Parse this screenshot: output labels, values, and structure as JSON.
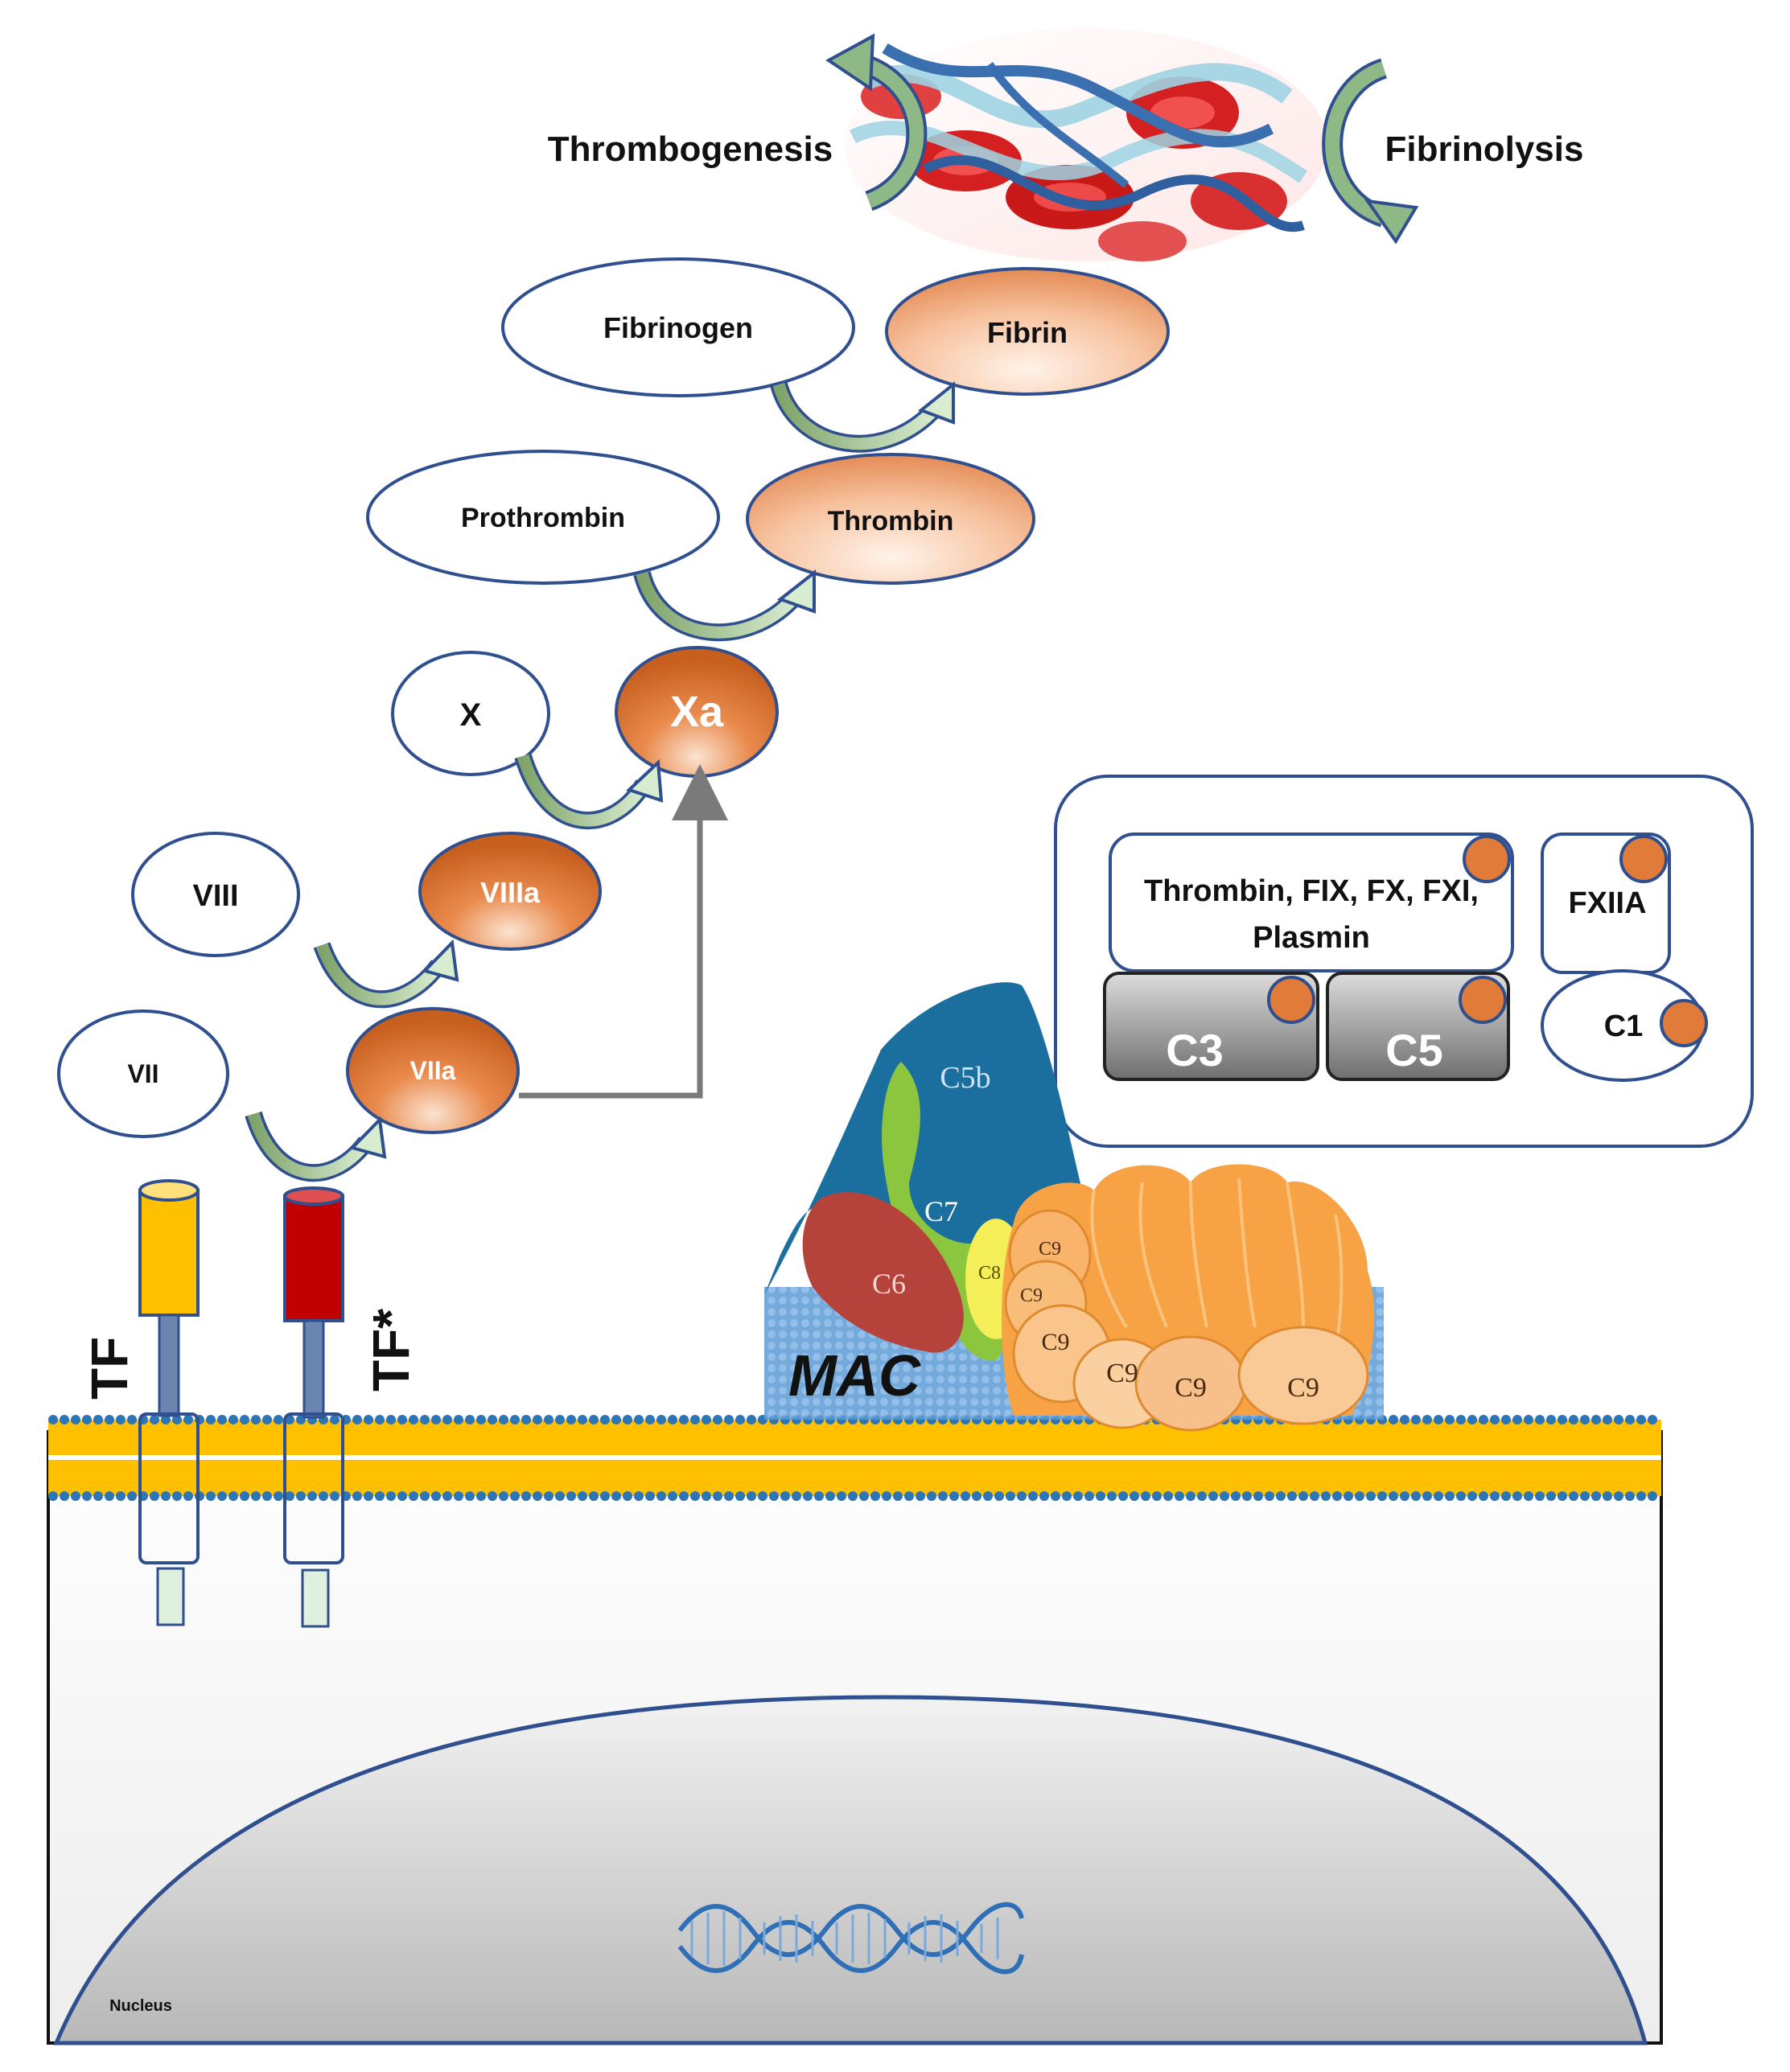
{
  "top": {
    "thrombogenesis": "Thrombogenesis",
    "fibrinolysis": "Fibrinolysis"
  },
  "cascade": {
    "fibrinogen": "Fibrinogen",
    "fibrin": "Fibrin",
    "prothrombin": "Prothrombin",
    "thrombin": "Thrombin",
    "x": "X",
    "xa": "Xa",
    "viii": "VIII",
    "viiia": "VIIIa",
    "vii": "VII",
    "viia": "VIIa"
  },
  "receptors": {
    "tf": "TF",
    "tf_star": "TF*"
  },
  "mac": {
    "label": "MAC",
    "c5b": "C5b",
    "c7": "C7",
    "c6": "C6",
    "c8": "C8",
    "c9_a": "C9",
    "c9_b": "C9",
    "c9_c": "C9",
    "c9_d": "C9",
    "c9_e": "C9",
    "c9_f": "C9"
  },
  "protease_panel": {
    "proteases": "Thrombin, FIX, FX, FXI,",
    "plasmin": "Plasmin",
    "fxiia": "FXIIA",
    "c3": "C3",
    "c5": "C5",
    "c1": "C1"
  },
  "cell": {
    "nucleus": "Nucleus"
  },
  "colors": {
    "activated_fill": "#e07b39",
    "receptor_tf": "#ffc000",
    "receptor_tf_star": "#c00000",
    "membrane": "#ffc000",
    "lipid_head": "#2e75b6",
    "outline": "#2f4f8f"
  }
}
